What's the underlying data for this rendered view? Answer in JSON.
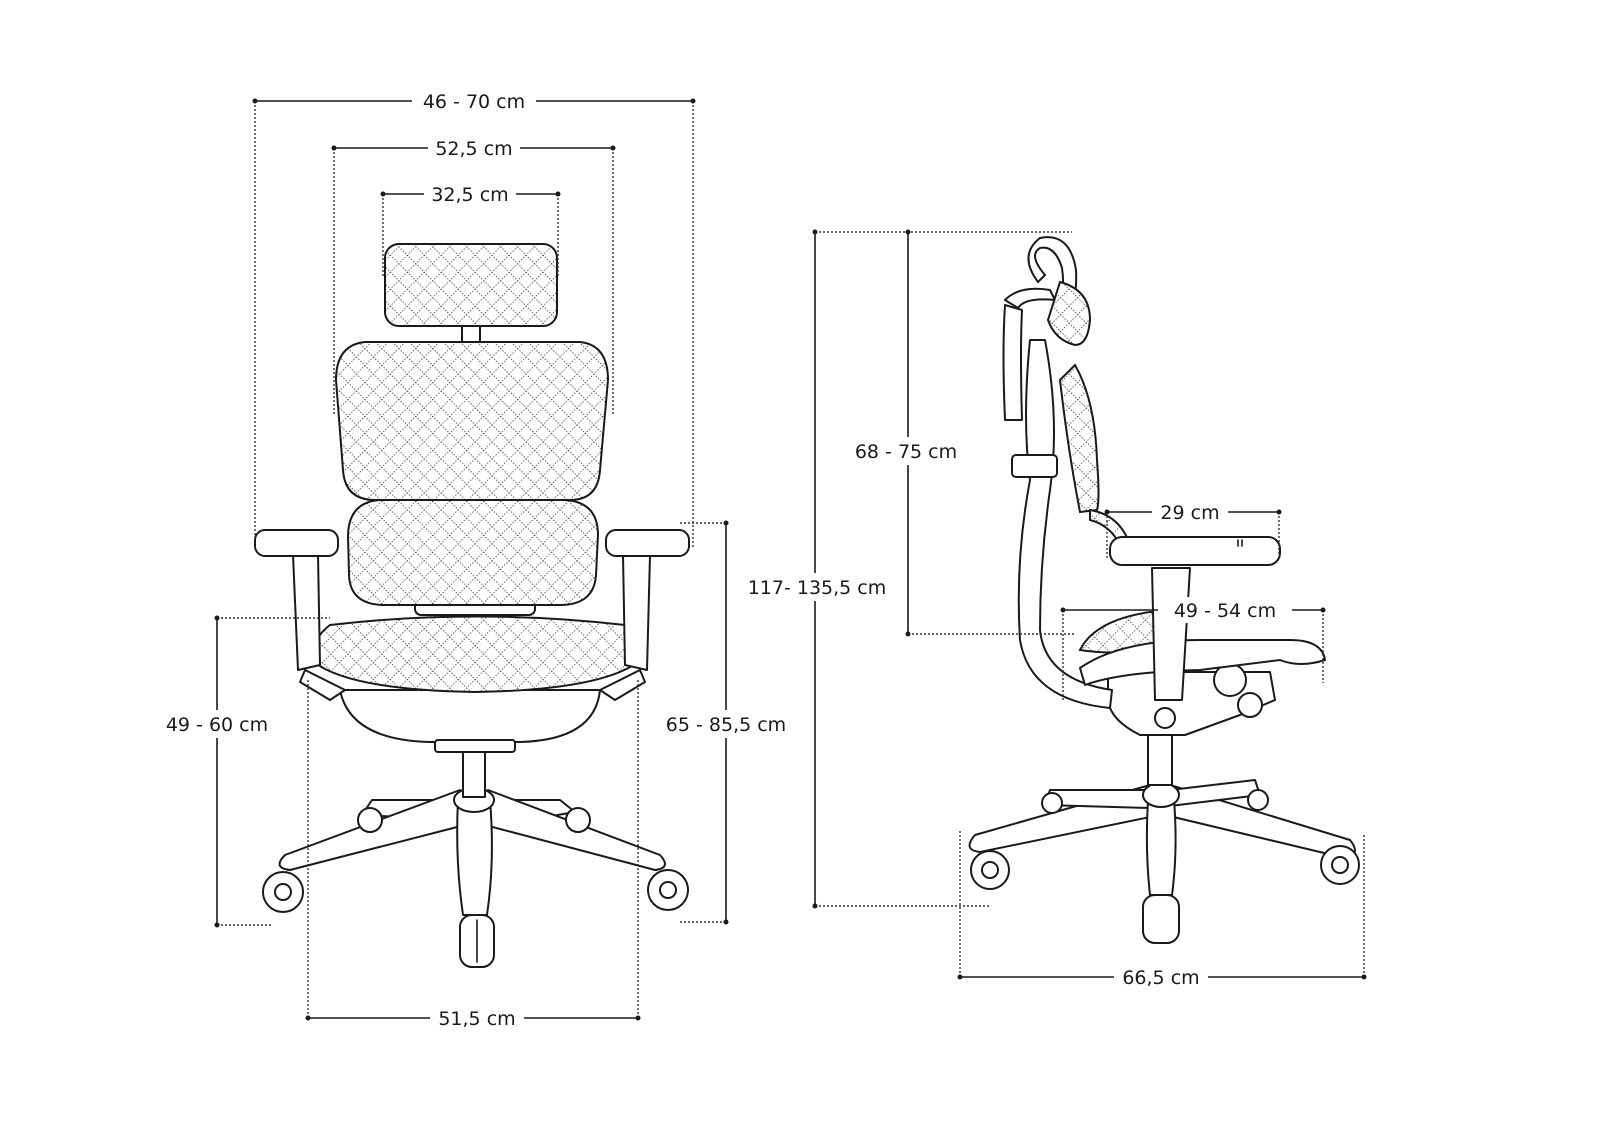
{
  "title": "Office chair dimensions",
  "views": {
    "front": {
      "dimensions": {
        "overall_width": "46 - 70 cm",
        "backrest_width": "52,5 cm",
        "headrest_width": "32,5 cm",
        "seat_height": "49 - 60 cm",
        "armrest_height": "65 - 85,5 cm",
        "base_width": "51,5 cm"
      }
    },
    "side": {
      "dimensions": {
        "backrest_height": "68 - 75 cm",
        "total_height": "117- 135,5 cm",
        "armrest_length": "29 cm",
        "seat_depth": "49 - 54 cm",
        "base_depth": "66,5 cm"
      }
    }
  },
  "colors": {
    "line": "#1a1a1a",
    "background": "#ffffff"
  }
}
